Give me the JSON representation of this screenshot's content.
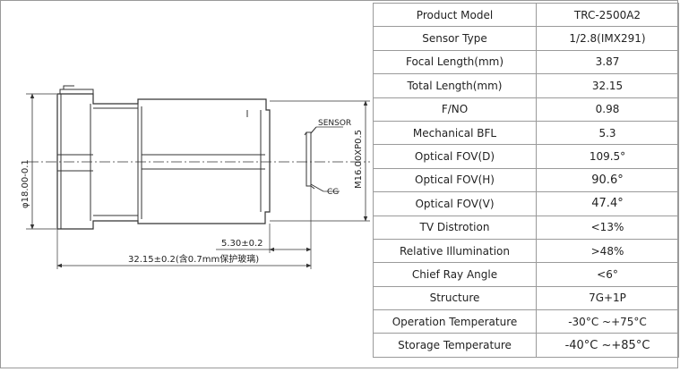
{
  "drawing": {
    "sensor_label": "SENSOR",
    "cg_label": "CG",
    "dim_diameter": "φ18.00-0.1",
    "dim_thread": "M16.00XP0.5",
    "dim_bfl": "5.30±0.2",
    "dim_total": "32.15±0.2(含0.7mm保护玻璃)"
  },
  "specs": [
    {
      "label": "Product Model",
      "value": "TRC-2500A2"
    },
    {
      "label": "Sensor Type",
      "value": "1/2.8(IMX291)"
    },
    {
      "label": "Focal Length(mm)",
      "value": "3.87"
    },
    {
      "label": "Total Length(mm)",
      "value": "32.15"
    },
    {
      "label": "F/NO",
      "value": "0.98"
    },
    {
      "label": "Mechanical BFL",
      "value": "5.3"
    },
    {
      "label": "Optical FOV(D)",
      "value": "109.5°"
    },
    {
      "label": "Optical FOV(H)",
      "value": "90.6°"
    },
    {
      "label": "Optical FOV(V)",
      "value": "47.4°"
    },
    {
      "label": "TV Distrotion",
      "value": "<13%"
    },
    {
      "label": "Relative Illumination",
      "value": ">48%"
    },
    {
      "label": "Chief Ray Angle",
      "value": "<6°"
    },
    {
      "label": "Structure",
      "value": "7G+1P"
    },
    {
      "label": "Operation Temperature",
      "value": "-30°C ~+75°C"
    },
    {
      "label": "Storage Temperature",
      "value": "-40°C ~+85°C"
    }
  ]
}
